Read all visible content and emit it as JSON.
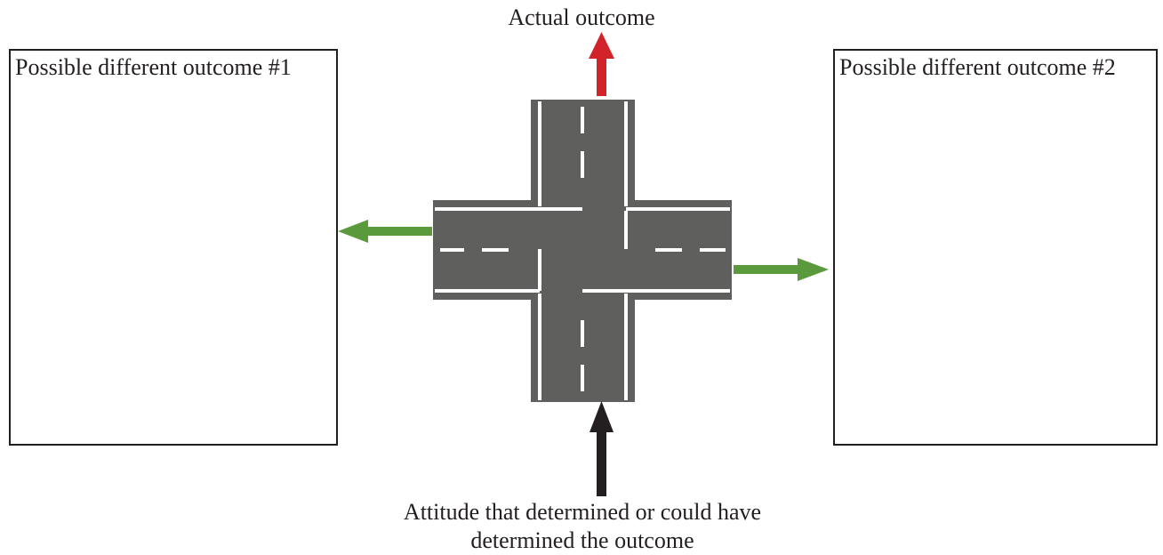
{
  "top_label": "Actual outcome",
  "left_box": {
    "title": "Possible different outcome #1"
  },
  "right_box": {
    "title": "Possible different outcome #2"
  },
  "bottom_label": {
    "line1": "Attitude that determined or could have",
    "line2": "determined the outcome"
  },
  "colors": {
    "road": "#5f5f5e",
    "lane_marking": "#ffffff",
    "arrow_actual": "#d2232a",
    "arrow_possible": "#5b9a3c",
    "arrow_attitude": "#231f20"
  },
  "icons": {
    "intersection": "crossroads-icon",
    "up_arrow": "arrow-up-icon",
    "left_arrow": "arrow-left-icon",
    "right_arrow": "arrow-right-icon",
    "input_arrow": "arrow-up-icon"
  }
}
